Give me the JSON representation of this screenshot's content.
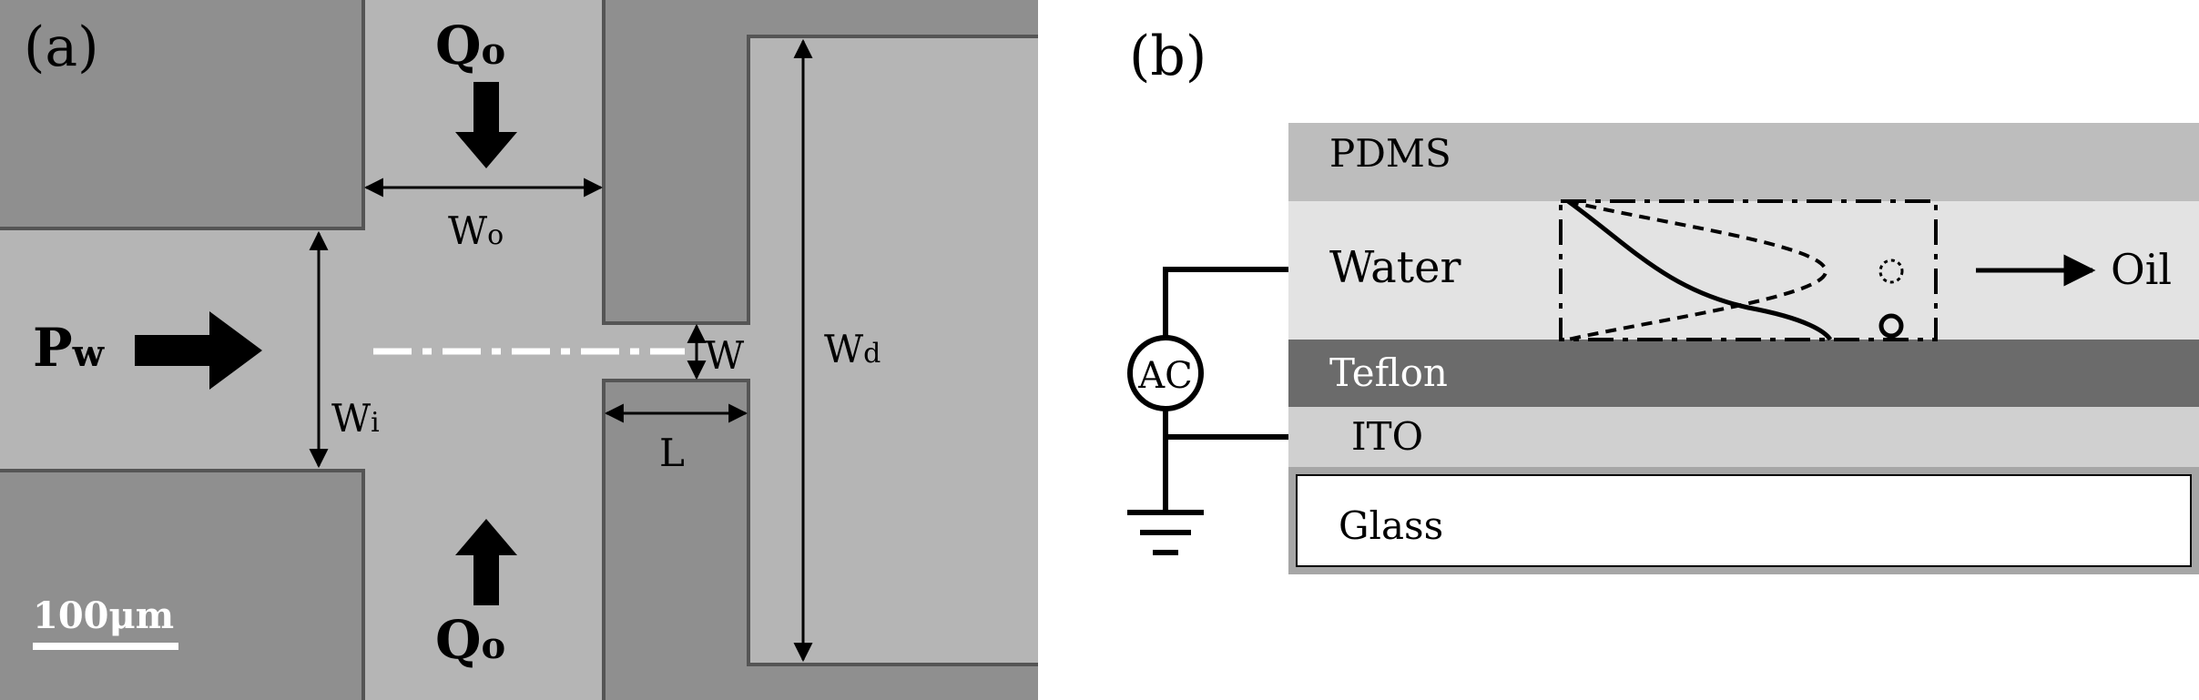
{
  "panel_a": {
    "label": "(a)",
    "labels": {
      "q_top": {
        "main": "Q",
        "sub": "o"
      },
      "q_bottom": {
        "main": "Q",
        "sub": "o"
      },
      "p_w": {
        "main": "P",
        "sub": "w"
      },
      "w_o": {
        "main": "W",
        "sub": "o"
      },
      "w_i": {
        "main": "W",
        "sub": "i"
      },
      "w": "W",
      "w_d": {
        "main": "W",
        "sub": "d"
      },
      "l": "L"
    },
    "scale_bar": "100μm"
  },
  "panel_b": {
    "label": "(b)",
    "layers": {
      "pdms": "PDMS",
      "water": "Water",
      "teflon": "Teflon",
      "ito": "ITO",
      "glass": "Glass"
    },
    "source": "AC",
    "oil_label": "Oil"
  },
  "colors": {
    "image_bg": "#8f8f8f",
    "channel": "#b5b5b5",
    "pdms": "#bdbdbd",
    "water": "#e3e3e3",
    "teflon": "#6b6b6b",
    "ito": "#d0d0d0"
  }
}
